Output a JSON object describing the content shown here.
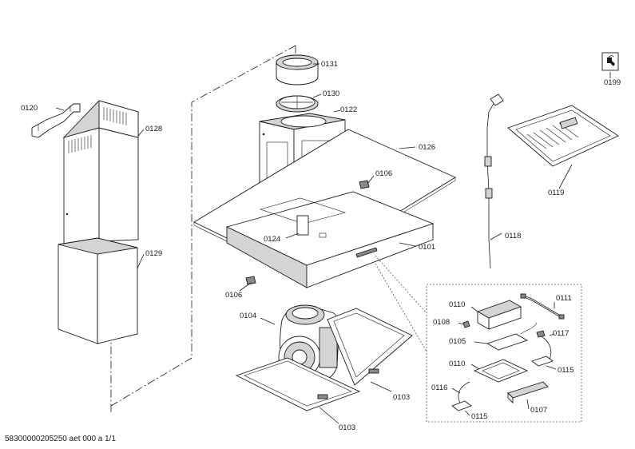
{
  "labels": {
    "p0131": "0131",
    "p0130": "0130",
    "p0122": "0122",
    "p0120": "0120",
    "p0128": "0128",
    "p0126": "0126",
    "p0106a": "0106",
    "p0124": "0124",
    "p0101": "0101",
    "p0129": "0129",
    "p0106b": "0106",
    "p0104": "0104",
    "p0103a": "0103",
    "p0103b": "0103",
    "p0199": "0199",
    "p0119": "0119",
    "p0118": "0118",
    "p0110a": "0110",
    "p0111": "0111",
    "p0108": "0108",
    "p0105": "0105",
    "p0117": "0117",
    "p0110b": "0110",
    "p0115a": "0115",
    "p0116": "0116",
    "p0115b": "0115",
    "p0107": "0107"
  },
  "footer": "58300000205250 aet 000 a 1/1",
  "icons": {
    "service": "wrench-icon"
  }
}
